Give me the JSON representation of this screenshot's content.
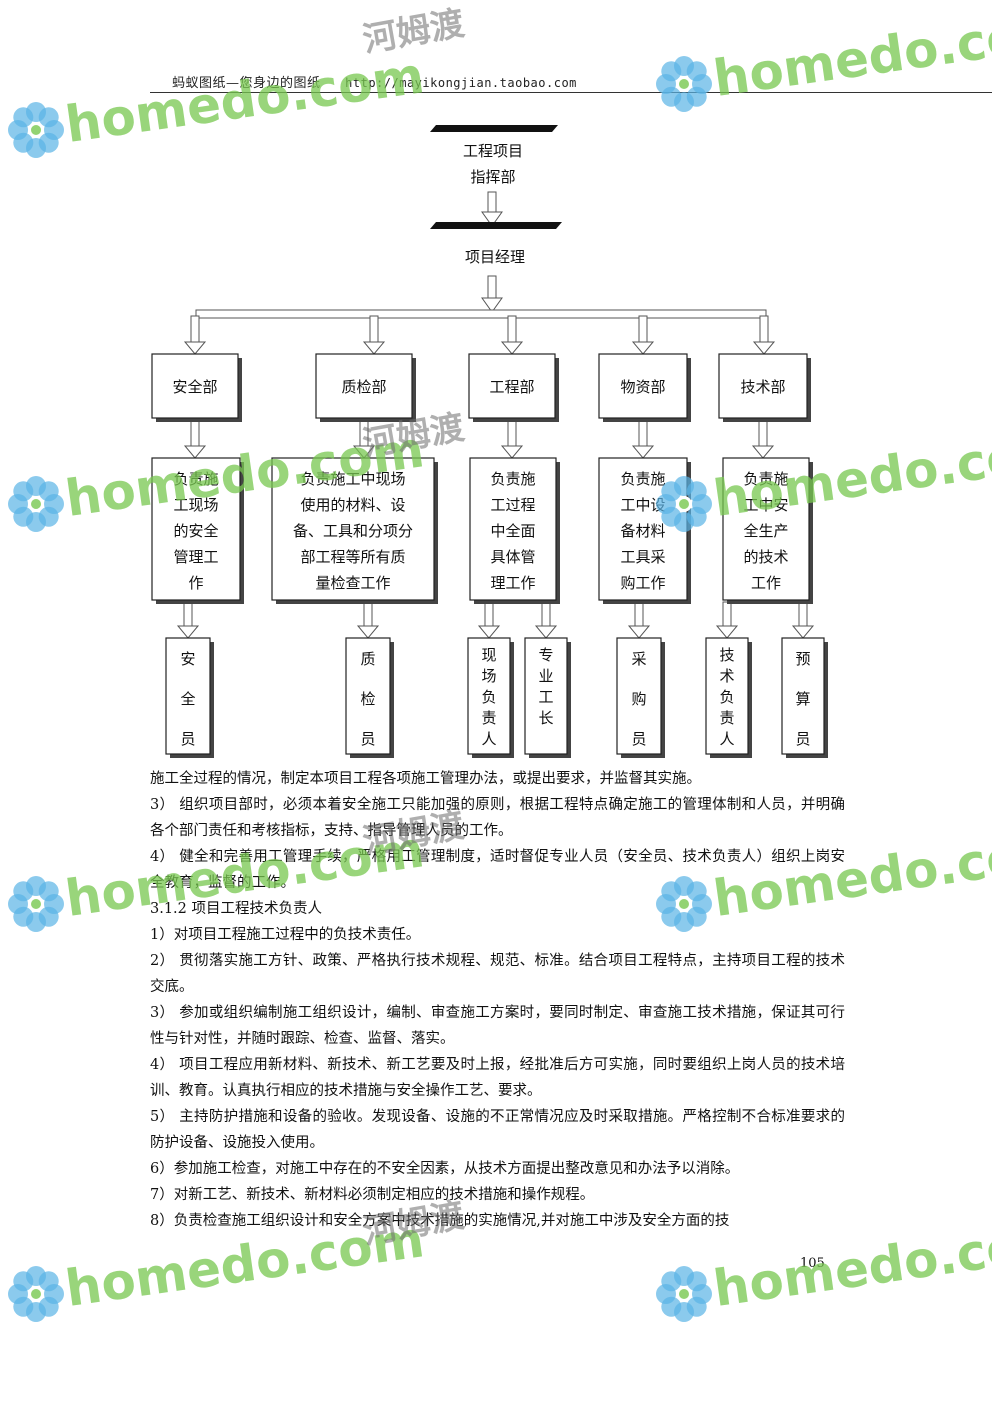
{
  "header": {
    "left": "蚂蚁图纸—您身边的图纸",
    "url": "http://mayikongjian.taobao.com"
  },
  "org_chart": {
    "top": [
      "工程项目",
      "指挥部"
    ],
    "manager": "项目经理",
    "departments": [
      {
        "name": "安全部",
        "duty": [
          "负责施",
          "工现场",
          "的安全",
          "管理工",
          "作"
        ],
        "staff": [
          [
            "安",
            "全",
            "员"
          ]
        ]
      },
      {
        "name": "质检部",
        "duty": [
          "负责施工中现场",
          "使用的材料、设",
          "备、工具和分项分",
          "部工程等所有质",
          "量检查工作"
        ],
        "staff": [
          [
            "质",
            "检",
            "员"
          ]
        ]
      },
      {
        "name": "工程部",
        "duty": [
          "负责施",
          "工过程",
          "中全面",
          "具体管",
          "理工作"
        ],
        "staff": [
          [
            "现",
            "场",
            "负",
            "责",
            "人"
          ],
          [
            "专",
            "业",
            "工",
            "长"
          ]
        ]
      },
      {
        "name": "物资部",
        "duty": [
          "负责施",
          "工中设",
          "备材料",
          "工具采",
          "购工作"
        ],
        "staff": [
          [
            "采",
            "购",
            "员"
          ]
        ]
      },
      {
        "name": "技术部",
        "duty": [
          "负责施",
          "工中安",
          "全生产",
          "的技术",
          "工作"
        ],
        "staff": [
          [
            "技",
            "术",
            "负",
            "责",
            "人"
          ],
          [
            "预",
            "算",
            "员"
          ]
        ]
      }
    ]
  },
  "paragraphs": [
    "施工全过程的情况，制定本项目工程各项施工管理办法，或提出要求，并监督其实施。",
    "3） 组织项目部时，必须本着安全施工只能加强的原则，根据工程特点确定施工的管理体制和人员，并明确各个部门责任和考核指标，支持、指导管理人员的工作。",
    "4） 健全和完善用工管理手续，严格用工管理制度，适时督促专业人员（安全员、技术负责人）组织上岗安全教育，监督的工作。",
    "3.1.2 项目工程技术负责人",
    "1）对项目工程施工过程中的负技术责任。",
    "2） 贯彻落实施工方针、政策、严格执行技术规程、规范、标准。结合项目工程特点，主持项目工程的技术交底。",
    "3） 参加或组织编制施工组织设计，编制、审查施工方案时，要同时制定、审查施工技术措施，保证其可行性与针对性，并随时跟踪、检查、监督、落实。",
    "4） 项目工程应用新材料、新技术、新工艺要及时上报，经批准后方可实施，同时要组织上岗人员的技术培训、教育。认真执行相应的技术措施与安全操作工艺、要求。",
    "5） 主持防护措施和设备的验收。发现设备、设施的不正常情况应及时采取措施。严格控制不合标准要求的防护设备、设施投入使用。",
    "6）参加施工检查，对施工中存在的不安全因素，从技术方面提出整改意见和办法予以消除。",
    "7）对新工艺、新技术、新材料必须制定相应的技术措施和操作规程。",
    "8）负责检查施工组织设计和安全方案中技术措施的实施情况,并对施工中涉及安全方面的技"
  ],
  "page_number": "105",
  "watermark": {
    "brand": "homedo.com",
    "cn": "河姆渡",
    "brand_color": "#78c850",
    "flower_color": "#5ab4e6"
  }
}
